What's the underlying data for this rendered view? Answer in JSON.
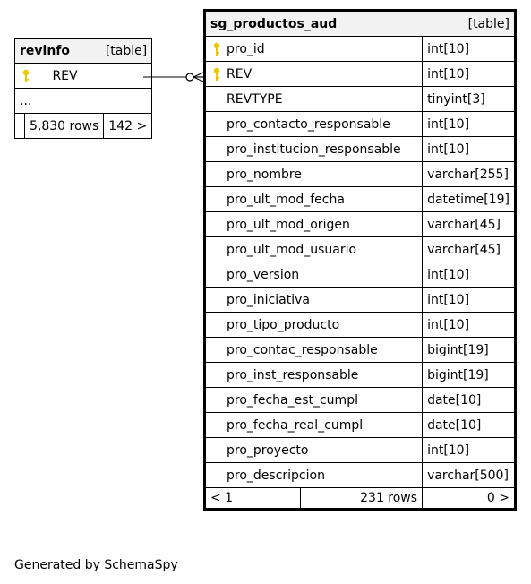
{
  "revinfo": {
    "name": "revinfo",
    "type": "[table]",
    "columns": [
      {
        "name": "REV",
        "key": true
      }
    ],
    "ellipsis": "...",
    "rows": "5,830 rows",
    "children": "142 >"
  },
  "sg_productos_aud": {
    "name": "sg_productos_aud",
    "type": "[table]",
    "columns": [
      {
        "name": "pro_id",
        "dtype": "int[10]",
        "key": true
      },
      {
        "name": "REV",
        "dtype": "int[10]",
        "key": true
      },
      {
        "name": "REVTYPE",
        "dtype": "tinyint[3]"
      },
      {
        "name": "pro_contacto_responsable",
        "dtype": "int[10]"
      },
      {
        "name": "pro_institucion_responsable",
        "dtype": "int[10]"
      },
      {
        "name": "pro_nombre",
        "dtype": "varchar[255]"
      },
      {
        "name": "pro_ult_mod_fecha",
        "dtype": "datetime[19]"
      },
      {
        "name": "pro_ult_mod_origen",
        "dtype": "varchar[45]"
      },
      {
        "name": "pro_ult_mod_usuario",
        "dtype": "varchar[45]"
      },
      {
        "name": "pro_version",
        "dtype": "int[10]"
      },
      {
        "name": "pro_iniciativa",
        "dtype": "int[10]"
      },
      {
        "name": "pro_tipo_producto",
        "dtype": "int[10]"
      },
      {
        "name": "pro_contac_responsable",
        "dtype": "bigint[19]"
      },
      {
        "name": "pro_inst_responsable",
        "dtype": "bigint[19]"
      },
      {
        "name": "pro_fecha_est_cumpl",
        "dtype": "date[10]"
      },
      {
        "name": "pro_fecha_real_cumpl",
        "dtype": "date[10]"
      },
      {
        "name": "pro_proyecto",
        "dtype": "int[10]"
      },
      {
        "name": "pro_descripcion",
        "dtype": "varchar[500]"
      }
    ],
    "parents": "< 1",
    "rows": "231 rows",
    "children": "0 >"
  },
  "footer": "Generated by SchemaSpy"
}
